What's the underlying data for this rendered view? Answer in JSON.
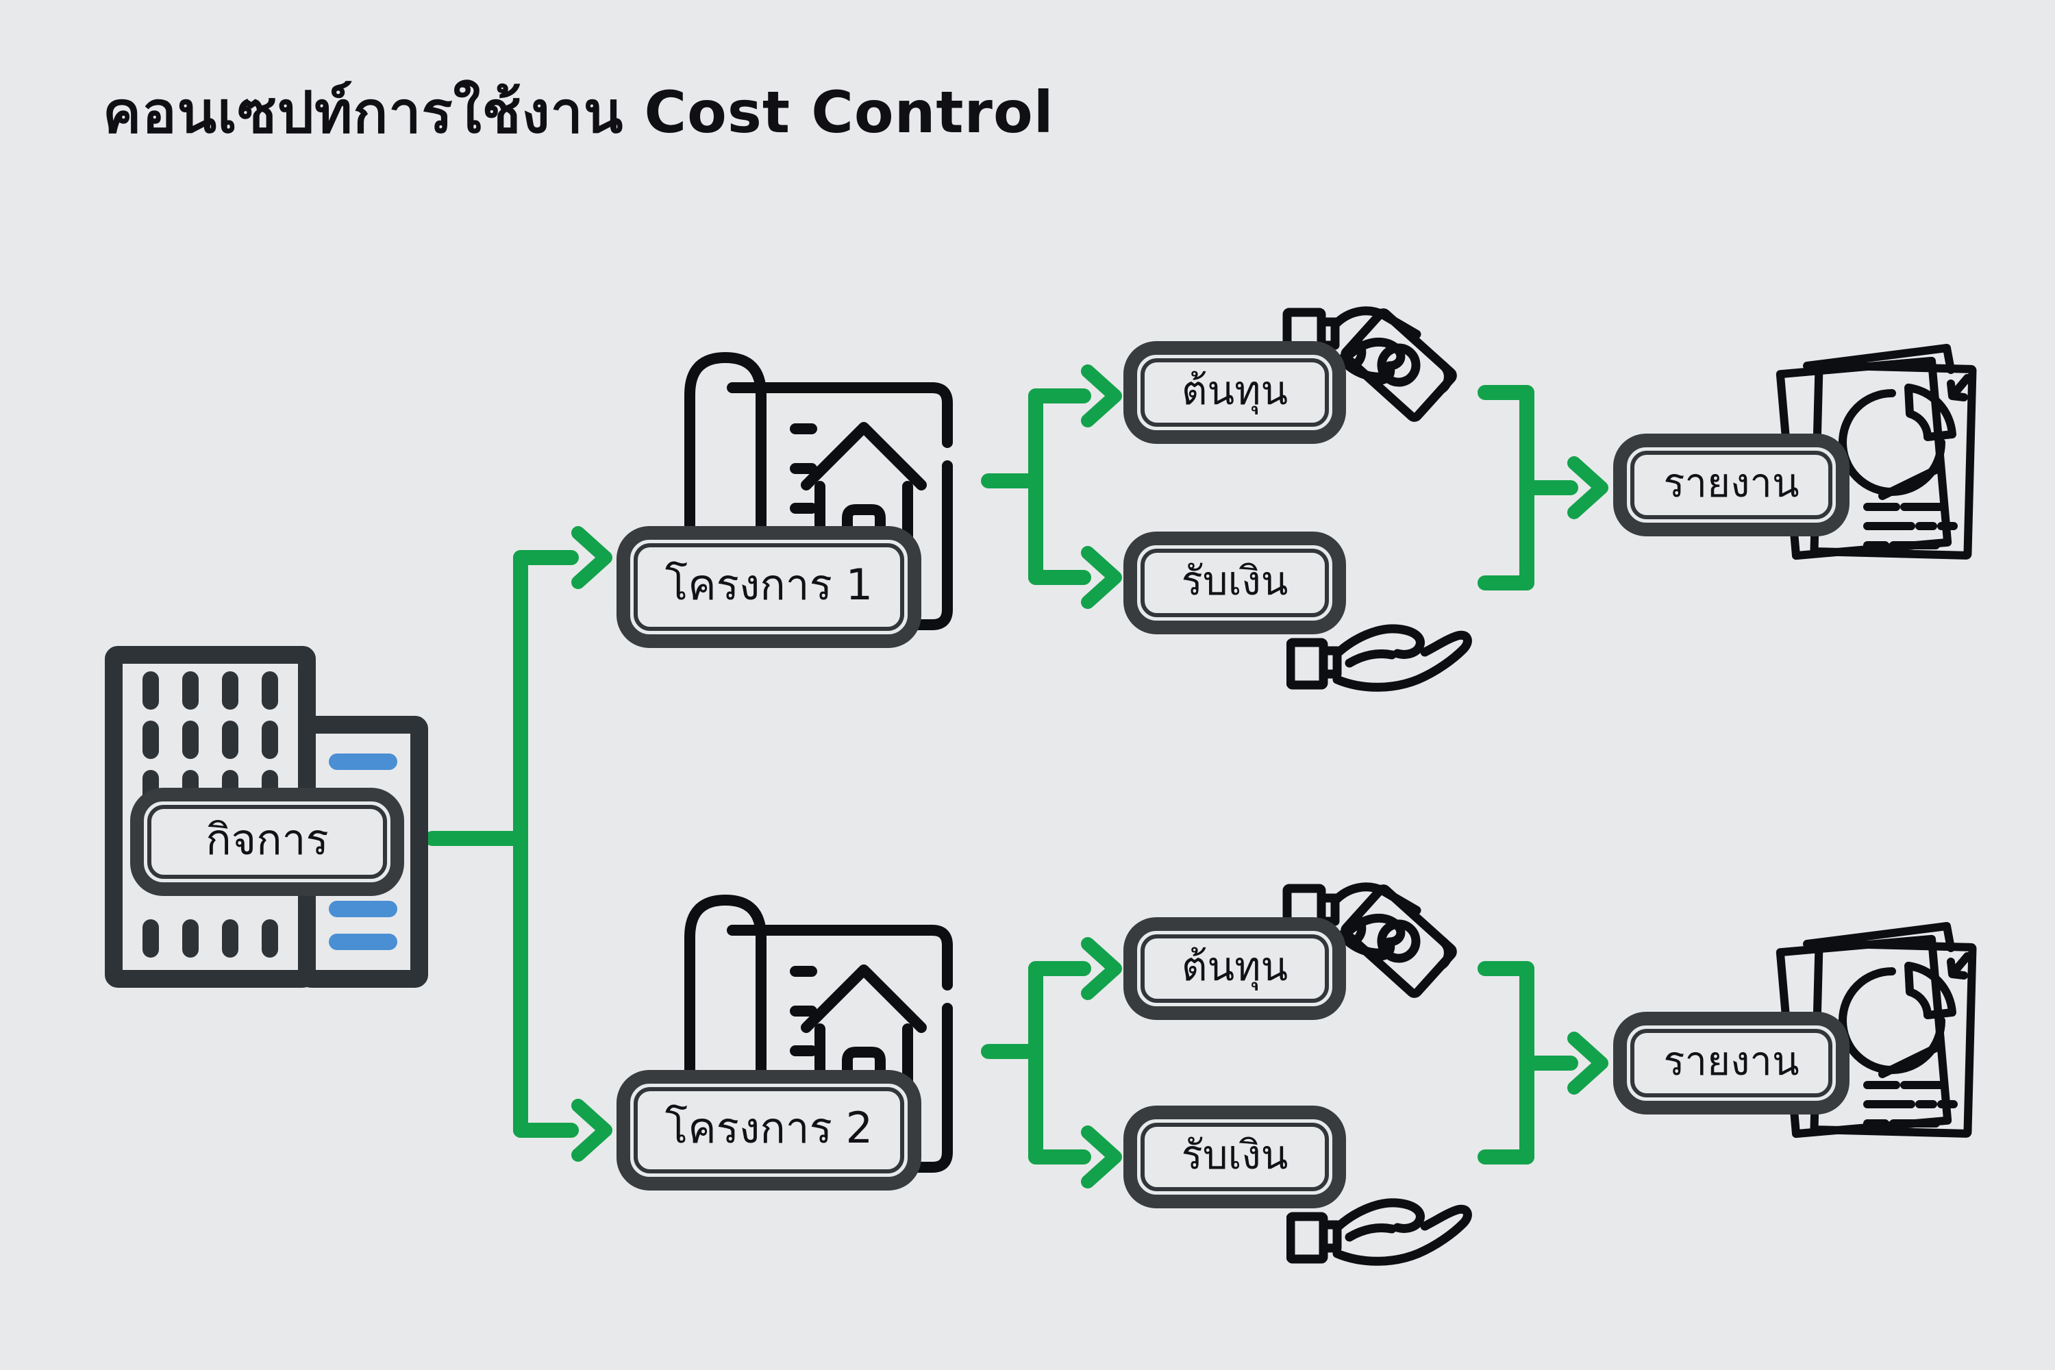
{
  "title": "คอนเซปท์การใช้งาน Cost Control",
  "diagram_type": "flow-concept",
  "nodes": {
    "business": {
      "label": "กิจการ"
    },
    "project1": {
      "label": "โครงการ 1"
    },
    "project2": {
      "label": "โครงการ 2"
    },
    "cost": {
      "label": "ต้นทุน"
    },
    "receive": {
      "label": "รับเงิน"
    },
    "report": {
      "label": "รายงาน"
    }
  },
  "flow": [
    "กิจการ -> โครงการ 1",
    "กิจการ -> โครงการ 2",
    "โครงการ 1 -> ต้นทุน",
    "โครงการ 1 -> รับเงิน",
    "โครงการ 2 -> ต้นทุน",
    "โครงการ 2 -> รับเงิน",
    "ต้นทุน + รับเงิน -> รายงาน"
  ],
  "icons": {
    "business": "office-building-icon",
    "project": "blueprint-house-icon",
    "cost": "hand-giving-money-icon",
    "receive": "hand-receiving-money-icon",
    "report": "pie-chart-report-icon"
  },
  "colors": {
    "background": "#e8e9eb",
    "accent_green": "#12a24b",
    "box_outline": "#383c3f",
    "icon_black": "#0d0e12",
    "building_blue": "#4a8fd3",
    "text": "#121216"
  }
}
